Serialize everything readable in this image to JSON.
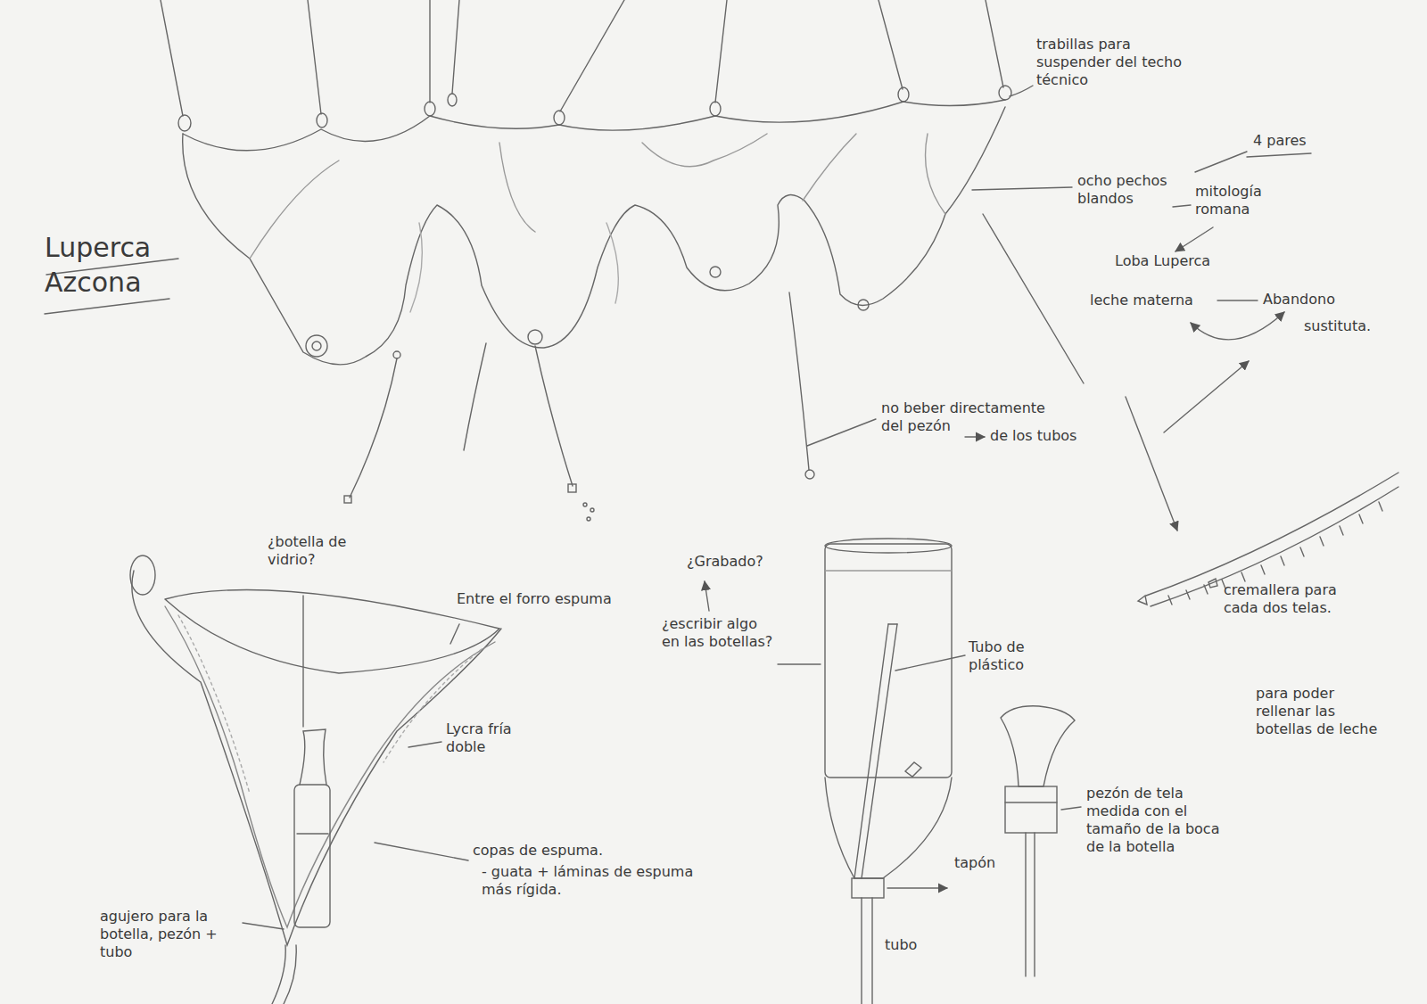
{
  "diagram": {
    "title": "Luperca Azcona",
    "labels": [
      "trabillas para suspender del techo técnico",
      "ocho pechos blandos",
      "4 pares",
      "mitología romana",
      "Loba Luperca",
      "leche materna",
      "Abandono",
      "sustituta.",
      "no beber directamente del pezón",
      "de los tubos",
      "cremallera para cada dos telas.",
      "para poder rellenar las botellas de leche",
      "¿botella de vidrio?",
      "Entre el forro espuma",
      "Lycra fría doble",
      "copas de espuma.",
      "- guata + láminas de espuma más rígida.",
      "agujero para la botella, pezón + tubo",
      "¿Grabado?",
      "¿escribir algo en las botellas?",
      "Tubo de plástico",
      "tapón",
      "tubo",
      "pezón de tela medida con el tamaño de la boca de la botella"
    ]
  }
}
